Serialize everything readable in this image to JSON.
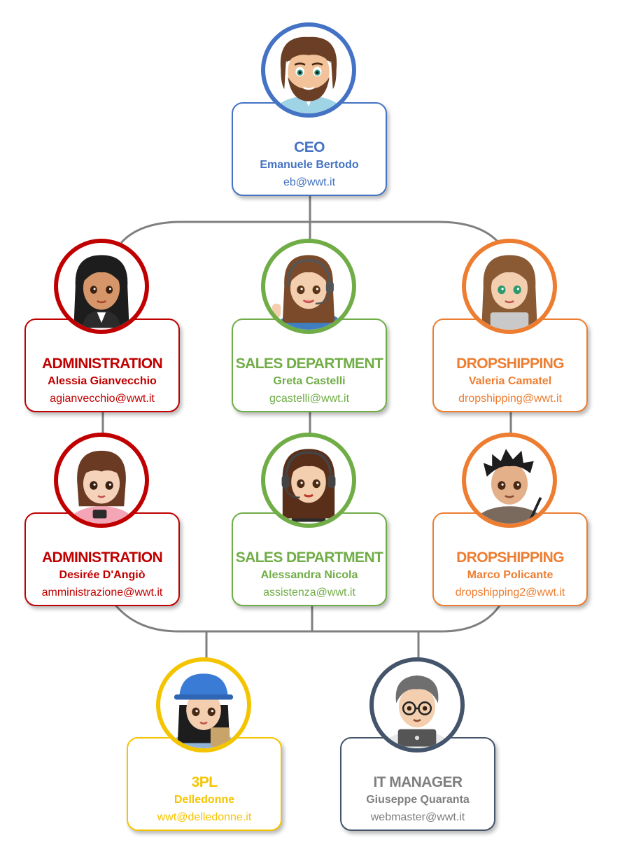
{
  "colors": {
    "ceo": "#4472C4",
    "administration": "#C00000",
    "sales": "#70AD47",
    "dropshipping": "#ED7D31",
    "logistics": "#F5C400",
    "it": "#44546A",
    "connector": "#7F7F7F"
  },
  "nodes": {
    "ceo": {
      "role": "CEO",
      "name": "Emanuele Bertodo",
      "email": "eb@wwt.it",
      "avatar_icon": "bearded-man-avatar-icon"
    },
    "admin1": {
      "role": "ADMINISTRATION",
      "name": "Alessia Gianvecchio",
      "email": "agianvecchio@wwt.it",
      "avatar_icon": "woman-long-dark-hair-avatar-icon"
    },
    "sales1": {
      "role": "SALES DEPARTMENT",
      "name": "Greta Castelli",
      "email": "gcastelli@wwt.it",
      "avatar_icon": "woman-headset-avatar-icon"
    },
    "drop1": {
      "role": "DROPSHIPPING",
      "name": "Valeria Camatel",
      "email": "dropshipping@wwt.it",
      "avatar_icon": "woman-laptop-avatar-icon"
    },
    "admin2": {
      "role": "ADMINISTRATION",
      "name": "Desirée D'Angiò",
      "email": "amministrazione@wwt.it",
      "avatar_icon": "woman-bob-hair-avatar-icon"
    },
    "sales2": {
      "role": "SALES DEPARTMENT",
      "name": "Alessandra Nicola",
      "email": "assistenza@wwt.it",
      "avatar_icon": "woman-headset-avatar-icon"
    },
    "drop2": {
      "role": "DROPSHIPPING",
      "name": "Marco Policante",
      "email": "dropshipping2@wwt.it",
      "avatar_icon": "man-pen-avatar-icon"
    },
    "logistics": {
      "role": "3PL",
      "name": "Delledonne",
      "email": "wwt@delledonne.it",
      "avatar_icon": "woman-hard-hat-avatar-icon"
    },
    "it": {
      "role": "IT MANAGER",
      "name": "Giuseppe Quaranta",
      "email": "webmaster@wwt.it",
      "avatar_icon": "man-glasses-laptop-avatar-icon"
    }
  }
}
